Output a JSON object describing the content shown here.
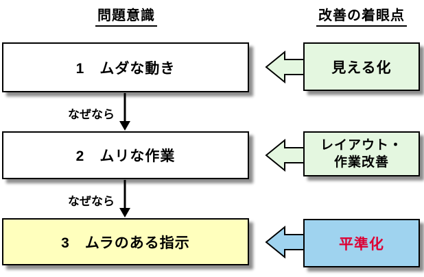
{
  "diagram": {
    "headers": {
      "left": "問題意識",
      "right": "改善の着眼点"
    },
    "problems": [
      {
        "label": "1　ムダな動き"
      },
      {
        "label": "2　ムリな作業"
      },
      {
        "label": "3　ムラのある指示"
      }
    ],
    "connectors": [
      {
        "label": "なぜなら"
      },
      {
        "label": "なぜなら"
      }
    ],
    "improvements": [
      {
        "lines": [
          "見える化"
        ]
      },
      {
        "lines": [
          "レイアウト・",
          "作業改善"
        ]
      },
      {
        "lines": [
          "平準化"
        ]
      }
    ],
    "colors": {
      "problem_fill": "#ffffff",
      "problem_fill_highlight": "#ffffbd",
      "improvement_fill_green": "#e4f7e0",
      "improvement_fill_blue": "#9fd3ef",
      "improvement_text_red": "#dd0033",
      "border": "#000000",
      "shadow": "#8e8e8e",
      "flow_arrow": "#000000"
    }
  }
}
